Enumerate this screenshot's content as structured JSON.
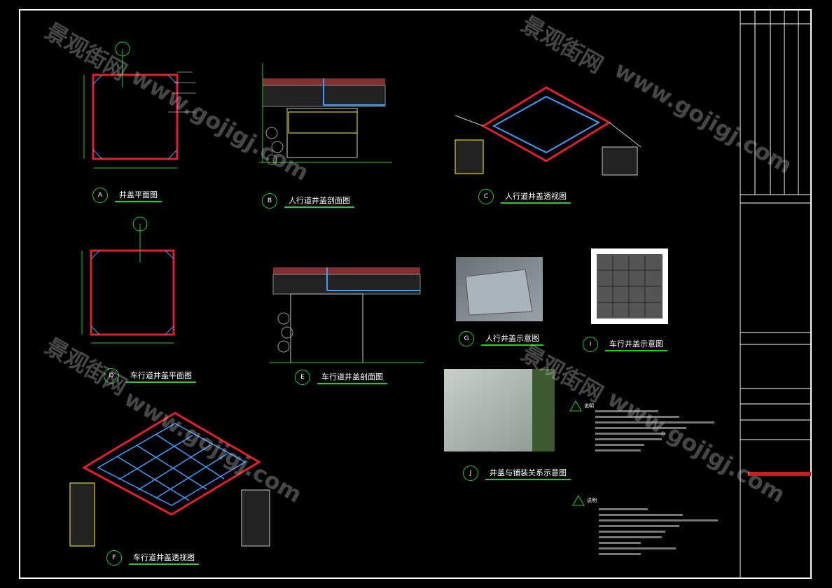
{
  "drawings": [
    {
      "id": "A",
      "title": "井盖平面图"
    },
    {
      "id": "B",
      "title": "人行道井盖剖面图"
    },
    {
      "id": "C",
      "title": "人行道井盖透视图"
    },
    {
      "id": "D",
      "title": "车行道井盖平面图"
    },
    {
      "id": "E",
      "title": "车行道井盖剖面图"
    },
    {
      "id": "F",
      "title": "车行道井盖透视图"
    },
    {
      "id": "G",
      "title": "人行井盖示意图"
    },
    {
      "id": "I",
      "title": "车行井盖示意图"
    },
    {
      "id": "J",
      "title": "井盖与铺装关系示意图"
    }
  ],
  "notes": [
    {
      "label": "说明"
    },
    {
      "label": "说明"
    }
  ],
  "watermark": {
    "cn": "景观街网",
    "url": "www.gojigj.com"
  },
  "colors": {
    "outline": "#e0202a",
    "dimension": "#22d022",
    "grate": "#3aa0ff",
    "frame": "#ffffff"
  }
}
